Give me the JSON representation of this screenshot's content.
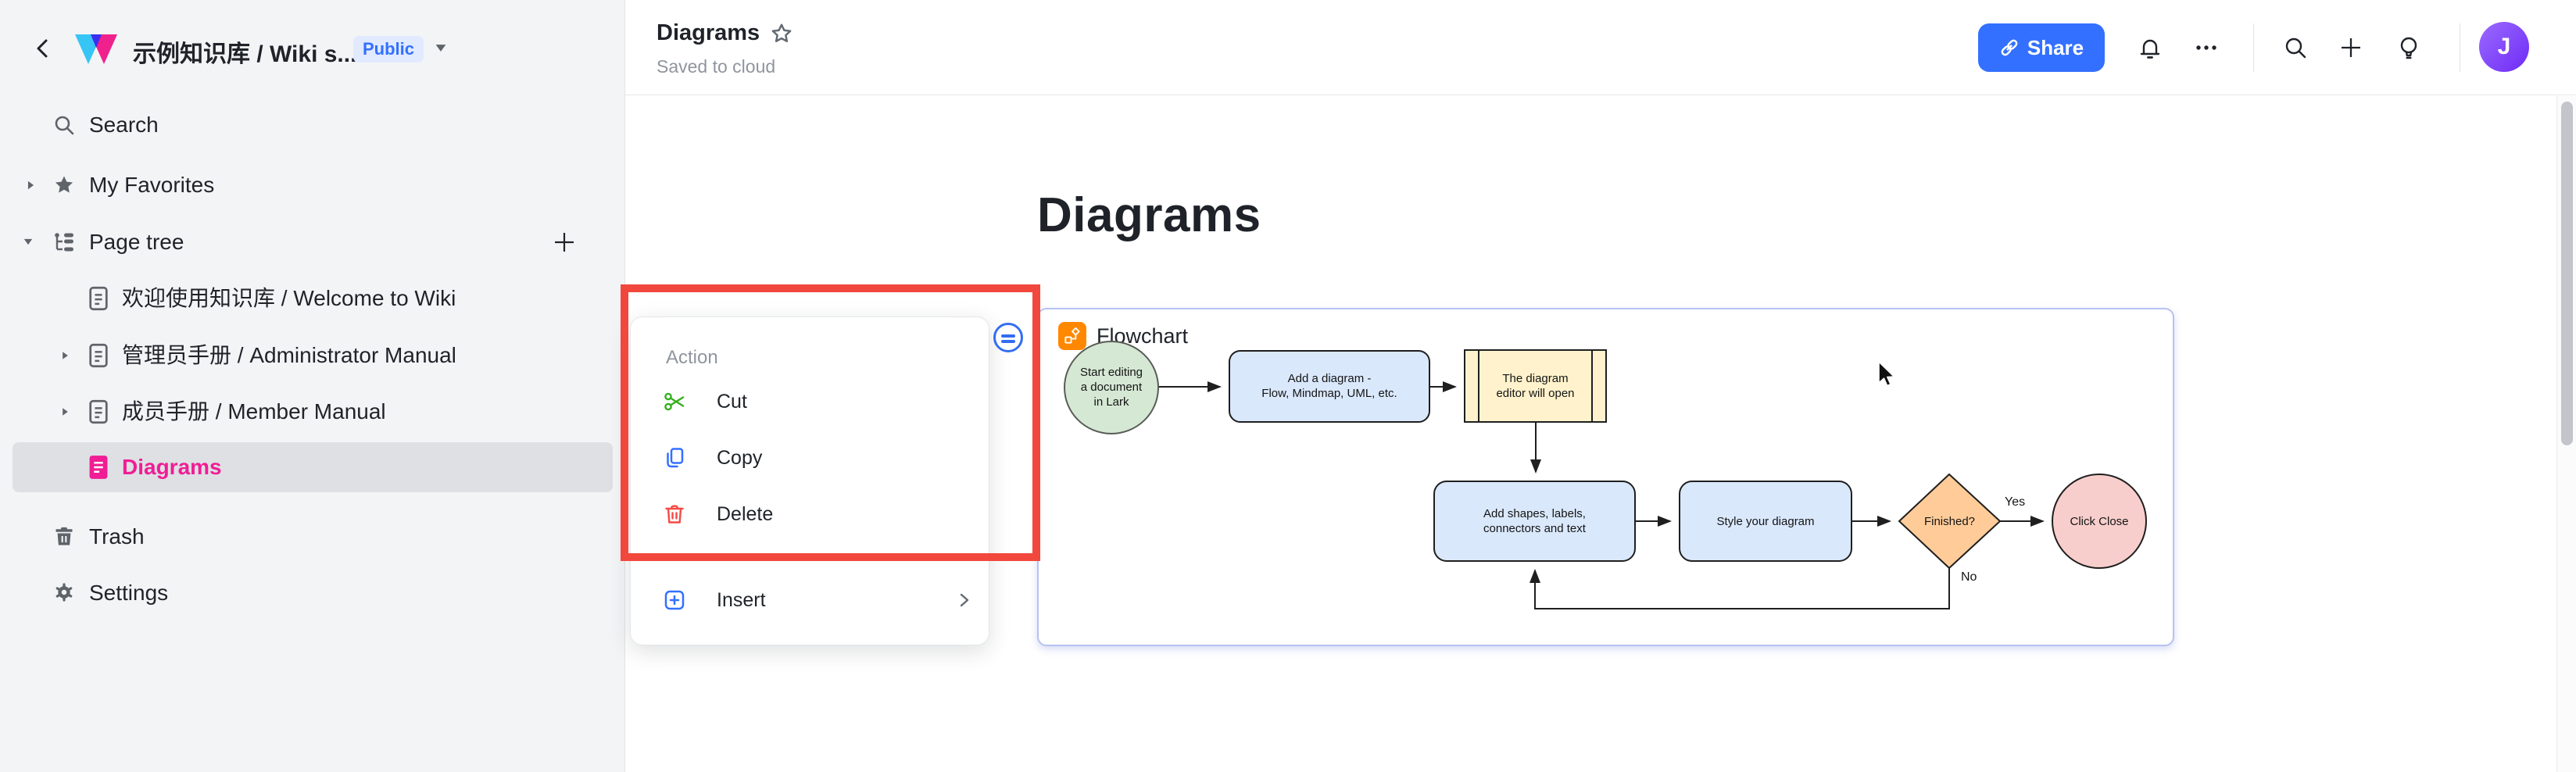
{
  "sidebar": {
    "title": "示例知识库 / Wiki s...",
    "badge": "Public",
    "search": "Search",
    "favorites": "My Favorites",
    "page_tree": "Page tree",
    "items": [
      {
        "label": "欢迎使用知识库 / Welcome to Wiki"
      },
      {
        "label": "管理员手册 / Administrator Manual"
      },
      {
        "label": "成员手册 / Member Manual"
      },
      {
        "label": "Diagrams",
        "selected": true
      }
    ],
    "trash": "Trash",
    "settings": "Settings"
  },
  "header": {
    "doc_title": "Diagrams",
    "status": "Saved to cloud",
    "share_label": "Share",
    "avatar_initial": "J"
  },
  "content": {
    "page_title": "Diagrams",
    "block_label": "Flowchart"
  },
  "menu": {
    "section": "Action",
    "cut": "Cut",
    "copy": "Copy",
    "delete": "Delete",
    "insert": "Insert"
  },
  "flowchart": {
    "start": {
      "lines": [
        "Start editing",
        "a document",
        "in Lark"
      ]
    },
    "add_diagram": {
      "lines": [
        "Add a diagram -",
        "Flow, Mindmap, UML, etc."
      ]
    },
    "editor_open": {
      "lines": [
        "The diagram",
        "editor will open"
      ]
    },
    "add_shapes": {
      "lines": [
        "Add shapes, labels,",
        "connectors and text"
      ]
    },
    "style": "Style your diagram",
    "finished": "Finished?",
    "close": "Click Close",
    "yes": "Yes",
    "no": "No"
  },
  "colors": {
    "accent_blue": "#3370ff",
    "selected_pink": "#f01d94",
    "annotation_red": "#f2473c",
    "node_green": "#d5e8d4",
    "node_blue": "#dae8fc",
    "node_yellow": "#fff2cc",
    "node_orange": "#ffcc99",
    "node_pink": "#f8cecc",
    "flow_icon_orange": "#ff8800"
  }
}
